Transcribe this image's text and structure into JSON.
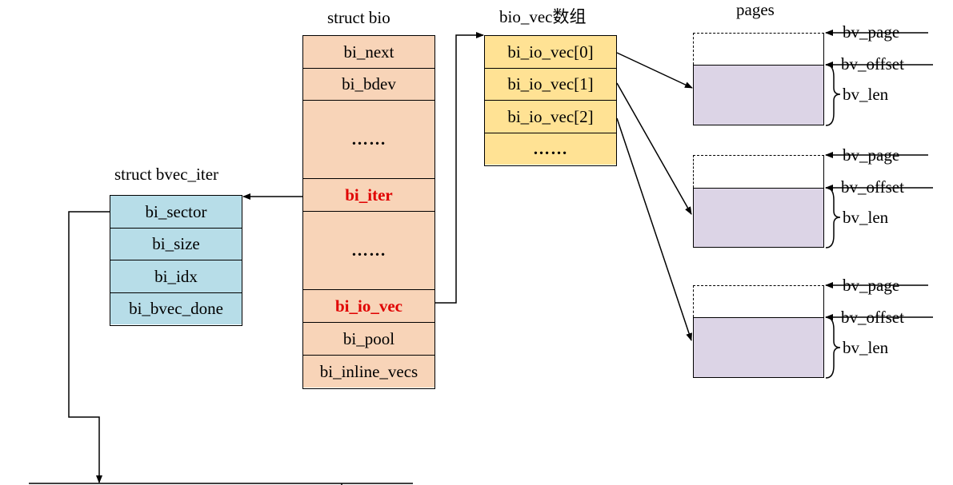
{
  "titles": {
    "bio": "struct bio",
    "bvec_iter": "struct bvec_iter",
    "bio_vec": "bio_vec数组",
    "pages": "pages"
  },
  "bio_fields": [
    "bi_next",
    "bi_bdev",
    "……",
    "bi_iter",
    "……",
    "bi_io_vec",
    "bi_pool",
    "bi_inline_vecs"
  ],
  "bvec_iter_fields": [
    "bi_sector",
    "bi_size",
    "bi_idx",
    "bi_bvec_done"
  ],
  "bio_vec_fields": [
    "bi_io_vec[0]",
    "bi_io_vec[1]",
    "bi_io_vec[2]",
    "……"
  ],
  "page_labels": {
    "page": "bv_page",
    "offset": "bv_offset",
    "len": "bv_len"
  },
  "colors": {
    "bio": "#f8d4b8",
    "bvec_iter": "#b7dde8",
    "bio_vec": "#ffe294",
    "page_data": "#dcd4e6",
    "highlight": "#e00000"
  }
}
